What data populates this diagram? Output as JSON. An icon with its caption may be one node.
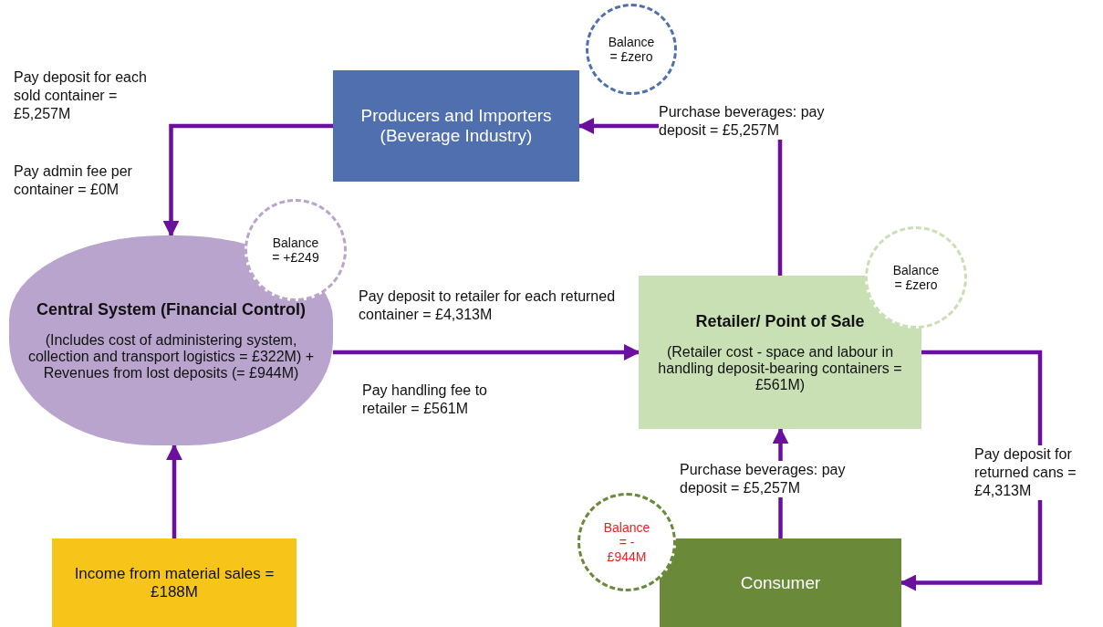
{
  "diagram": {
    "nodes": [
      {
        "text": [
          "Producers and Importers (Beverage Industry)"
        ]
      },
      {
        "text": [
          "Central System (Financial Control)",
          "(Includes cost of administering system, collection and transport logistics = £322M) + Revenues from lost deposits (= £944M)"
        ]
      },
      {
        "text": [
          "Retailer/ Point of Sale",
          "(Retailer cost - space and labour in handling deposit-bearing containers = £561M)"
        ]
      },
      {
        "text": [
          "Consumer"
        ]
      },
      {
        "text": [
          "Income from material sales = £188M"
        ]
      },
      {
        "text": [
          "Balance = £zero"
        ]
      },
      {
        "text": [
          "Balance = +£249"
        ]
      },
      {
        "text": [
          "Balance = £zero"
        ]
      },
      {
        "text": [
          "Balance = -£944M"
        ]
      }
    ],
    "edges": [
      {
        "from": 0,
        "to": 1,
        "arrow": "to",
        "label": "Pay deposit for each sold container = £5,257M"
      },
      {
        "from": 2,
        "to": 0,
        "arrow": "to",
        "label": "Purchase beverages: pay deposit = £5,257M"
      },
      {
        "from": 1,
        "to": 2,
        "arrow": "to",
        "label": "Pay deposit to retailer for each returned container = £4,313M"
      },
      {
        "from": 3,
        "to": 2,
        "arrow": "to",
        "label": "Purchase beverages: pay deposit = £5,257M"
      },
      {
        "from": 2,
        "to": 3,
        "arrow": "to",
        "label": "Pay deposit for returned cans = £4,313M"
      },
      {
        "from": 4,
        "to": 1,
        "arrow": "to"
      }
    ],
    "labels": [
      "Pay admin fee per container = £0M",
      "Pay handling fee to retailer = £561M"
    ]
  }
}
